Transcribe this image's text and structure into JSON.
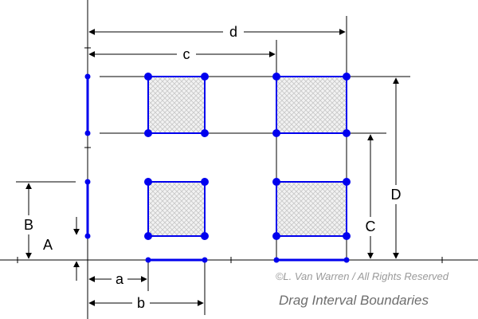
{
  "labels": {
    "a": "a",
    "b": "b",
    "c": "c",
    "d": "d",
    "A": "A",
    "B": "B",
    "C": "C",
    "D": "D"
  },
  "copyright": "©L. Van Warren / All Rights Reserved",
  "caption": "Drag Interval Boundaries",
  "colors": {
    "accent": "#0000ee",
    "axis": "#000000",
    "fill_hatch": "#c8c8c8",
    "copyright": "#9a9a9a",
    "caption": "#6e6e6e"
  }
}
